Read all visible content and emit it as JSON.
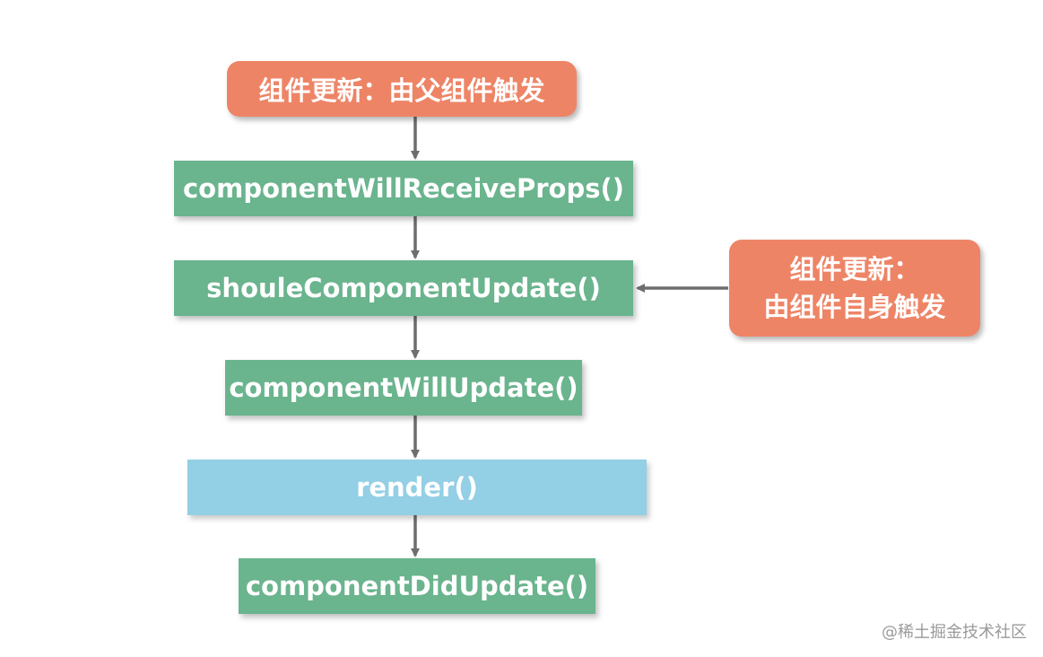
{
  "diagram": {
    "parent_trigger": "组件更新：由父组件触发",
    "self_trigger_line1": "组件更新：",
    "self_trigger_line2": "由组件自身触发",
    "steps": [
      "componentWillReceiveProps()",
      "shouleComponentUpdate()",
      "componentWillUpdate()",
      "render()",
      "componentDidUpdate()"
    ]
  },
  "watermark": "@稀土掘金技术社区",
  "colors": {
    "trigger": "#EE8466",
    "lifecycle": "#6AB48E",
    "render": "#93CFE5",
    "arrow": "#6E6E6E"
  }
}
